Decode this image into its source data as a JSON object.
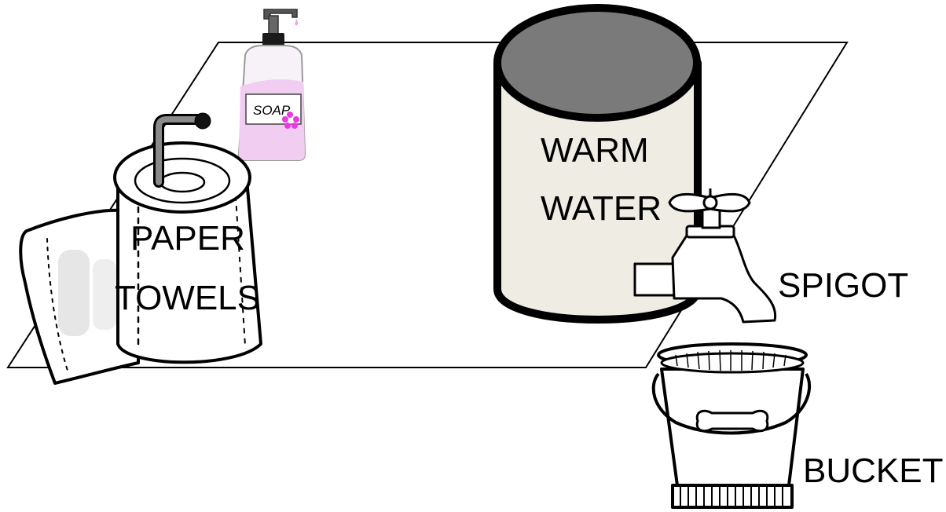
{
  "labels": {
    "soap": "SOAP",
    "paper_towels_line1": "PAPER",
    "paper_towels_line2": "TOWELS",
    "warm_water_line1": "WARM",
    "warm_water_line2": "WATER",
    "spigot": "SPIGOT",
    "bucket": "BUCKET"
  },
  "colors": {
    "outline": "#000000",
    "tank_body": "#efece4",
    "tank_top": "#7a7a7a",
    "soap_pink": "#f2cdf2",
    "soap_flower": "#e93ae0",
    "pump_gray": "#555555"
  },
  "icons": [
    "table-surface",
    "soap-dispenser-icon",
    "paper-towel-roll-icon",
    "water-tank-icon",
    "spigot-icon",
    "bucket-icon"
  ]
}
